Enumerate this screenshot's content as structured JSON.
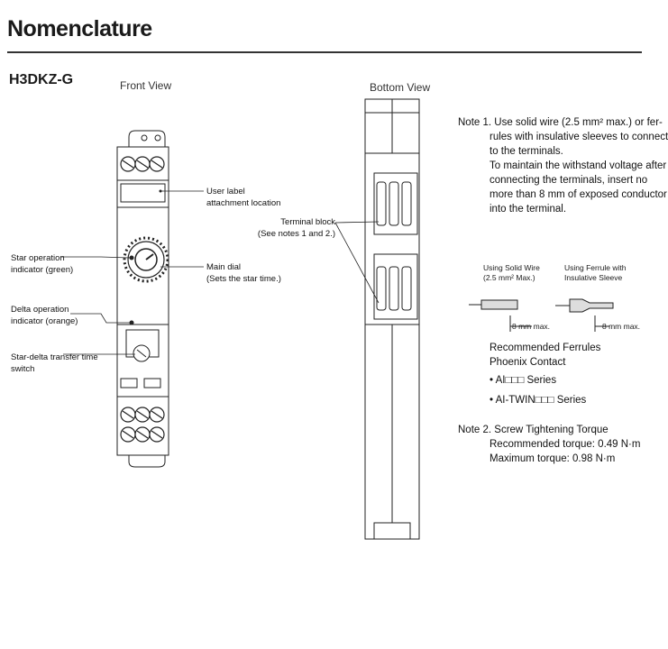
{
  "header": {
    "title": "Nomenclature",
    "model": "H3DKZ-G"
  },
  "front_view": {
    "title": "Front View",
    "labels": {
      "user_label_line1": "User label",
      "user_label_line2": "attachment location",
      "main_dial_line1": "Main dial",
      "main_dial_line2": "(Sets the star time.)",
      "star_op_line1": "Star operation",
      "star_op_line2": "indicator (green)",
      "delta_op_line1": "Delta operation",
      "delta_op_line2": "indicator (orange)",
      "switch_line1": "Star-delta transfer time",
      "switch_line2": "switch"
    }
  },
  "bottom_view": {
    "title": "Bottom View",
    "labels": {
      "terminal_block_line1": "Terminal block",
      "terminal_block_line2": "(See notes 1 and 2.)"
    }
  },
  "notes": {
    "note1_lines": [
      "Note 1. Use solid wire (2.5 mm² max.) or fer-",
      "rules with insulative sleeves to connect",
      "to the terminals.",
      "To maintain the withstand voltage after",
      "connecting the terminals, insert no",
      "more than 8 mm of exposed conductor",
      "into the terminal."
    ],
    "solid_wire_line1": "Using Solid Wire",
    "solid_wire_line2": "(2.5 mm² Max.)",
    "ferrule_line1": "Using Ferrule with",
    "ferrule_line2": "Insulative Sleeve",
    "dim_solid": "8 mm max.",
    "dim_ferrule": "8 mm max.",
    "recommended_ferrules": "Recommended Ferrules",
    "maker": "Phoenix Contact",
    "series_1": "• AI□□□ Series",
    "series_2": "• AI-TWIN□□□ Series",
    "note2_title": "Note 2. Screw Tightening Torque",
    "note2_rec": "Recommended torque: 0.49 N·m",
    "note2_max": "Maximum torque: 0.98 N·m"
  }
}
